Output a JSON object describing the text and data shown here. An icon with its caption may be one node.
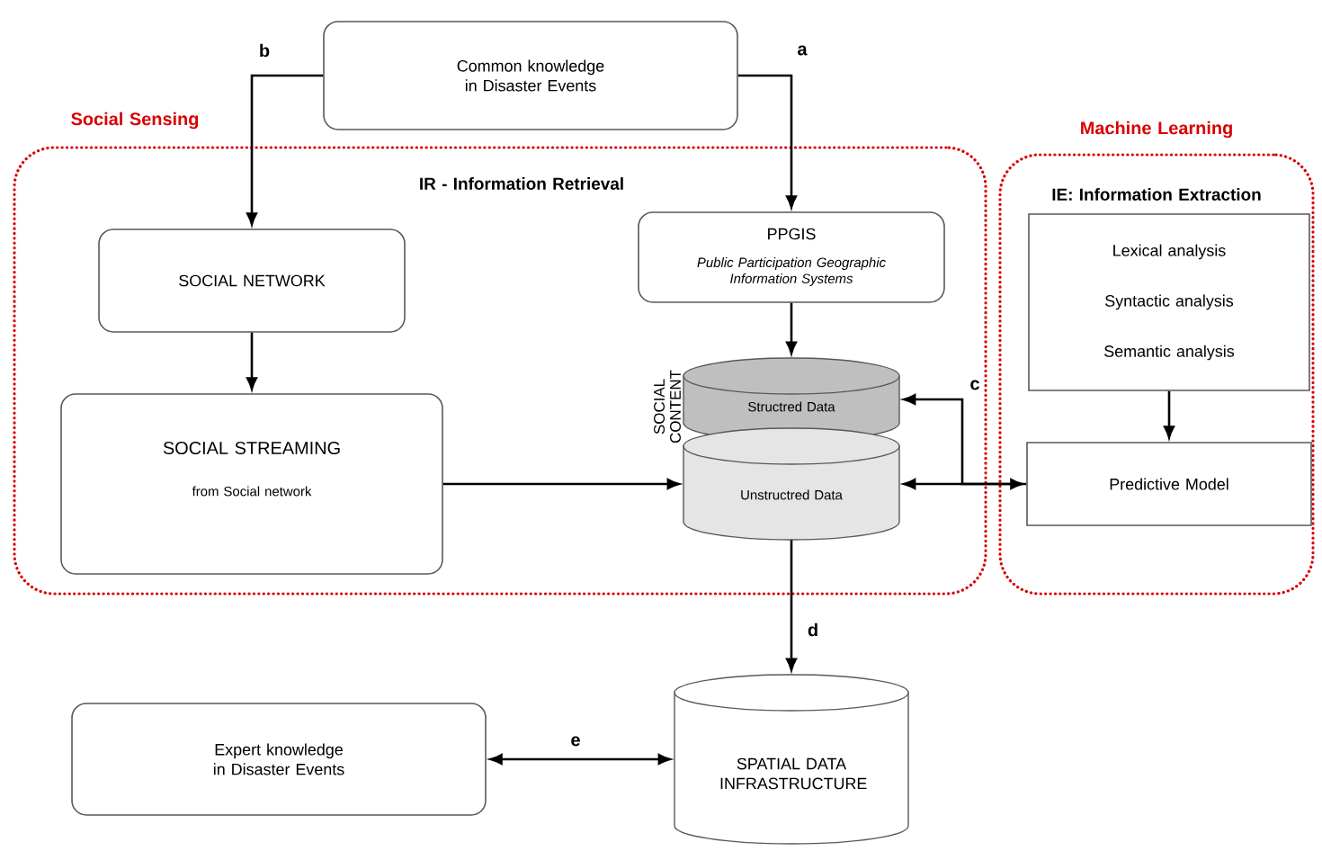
{
  "diagram": {
    "nodes": [
      {
        "text": [
          "Social Sensing",
          "IR - Information Retrieval"
        ]
      },
      {
        "text": [
          "Machine Learning",
          "IE: Information Extraction"
        ]
      },
      {
        "text": [
          "Common knowledge in Disaster Events"
        ]
      },
      {
        "text": [
          "SOCIAL NETWORK"
        ],
        "in": 0
      },
      {
        "text": [
          "SOCIAL STREAMING",
          "from Social network"
        ],
        "in": 0
      },
      {
        "text": [
          "PPGIS",
          "Public Participation Geographic Information Systems"
        ],
        "in": 0
      },
      {
        "text": [
          "Structred Data"
        ],
        "in": 0
      },
      {
        "text": [
          "Unstructred Data"
        ],
        "in": 0
      },
      {
        "text": [
          "Lexical analysis",
          "Syntactic analysis",
          "Semantic analysis"
        ],
        "in": 1
      },
      {
        "text": [
          "Predictive Model"
        ],
        "in": 1
      },
      {
        "text": [
          "SPATIAL DATA INFRASTRUCTURE"
        ]
      },
      {
        "text": [
          "Expert knowledge in Disaster Events"
        ]
      }
    ],
    "edges": [
      {
        "from": 2,
        "to": 5,
        "arrow": "to",
        "label": "a"
      },
      {
        "from": 2,
        "to": 3,
        "arrow": "to",
        "label": "b"
      },
      {
        "from": 3,
        "to": 4,
        "arrow": "to"
      },
      {
        "from": 4,
        "to": 7,
        "arrow": "to"
      },
      {
        "from": 5,
        "to": 6,
        "arrow": "to"
      },
      {
        "from": 9,
        "to": 6,
        "arrow": "to",
        "label": "c"
      },
      {
        "from": 7,
        "to": 9,
        "arrow": "both"
      },
      {
        "from": 8,
        "to": 9,
        "arrow": "to"
      },
      {
        "from": 7,
        "to": 10,
        "arrow": "to",
        "label": "d"
      },
      {
        "from": 11,
        "to": 10,
        "arrow": "both",
        "label": "e"
      }
    ],
    "labels": [
      "SOCIAL CONTENT"
    ]
  }
}
